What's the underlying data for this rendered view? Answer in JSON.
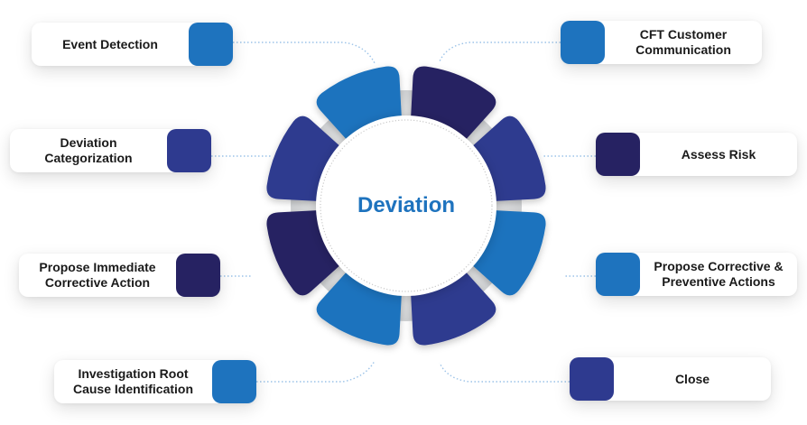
{
  "center": {
    "label": "Deviation"
  },
  "colors": {
    "light_blue": "#1E73BE",
    "medium_blue": "#2E3A8F",
    "navy": "#262262",
    "center_text": "#1E73BE",
    "connector": "#9CC3E8"
  },
  "steps": [
    {
      "label": "Event Detection",
      "color": "#1E73BE",
      "side": "left"
    },
    {
      "label": "CFT Customer Communication",
      "color": "#1E73BE",
      "side": "right"
    },
    {
      "label": "Deviation Categorization",
      "color": "#2E3A8F",
      "side": "left"
    },
    {
      "label": "Assess Risk",
      "color": "#262262",
      "side": "right"
    },
    {
      "label": "Propose Immediate Corrective Action",
      "color": "#262262",
      "side": "left"
    },
    {
      "label": "Propose Corrective & Preventive Actions",
      "color": "#1E73BE",
      "side": "right"
    },
    {
      "label": "Investigation Root Cause Identification",
      "color": "#1E73BE",
      "side": "left"
    },
    {
      "label": "Close",
      "color": "#2E3A8F",
      "side": "right"
    }
  ],
  "petals": [
    {
      "position": "top-left",
      "color": "#1E73BE"
    },
    {
      "position": "top-right",
      "color": "#262262"
    },
    {
      "position": "right-upper",
      "color": "#2E3A8F"
    },
    {
      "position": "right-lower",
      "color": "#1E73BE"
    },
    {
      "position": "bottom-right",
      "color": "#2E3A8F"
    },
    {
      "position": "bottom-left",
      "color": "#1E73BE"
    },
    {
      "position": "left-lower",
      "color": "#262262"
    },
    {
      "position": "left-upper",
      "color": "#2E3A8F"
    }
  ]
}
